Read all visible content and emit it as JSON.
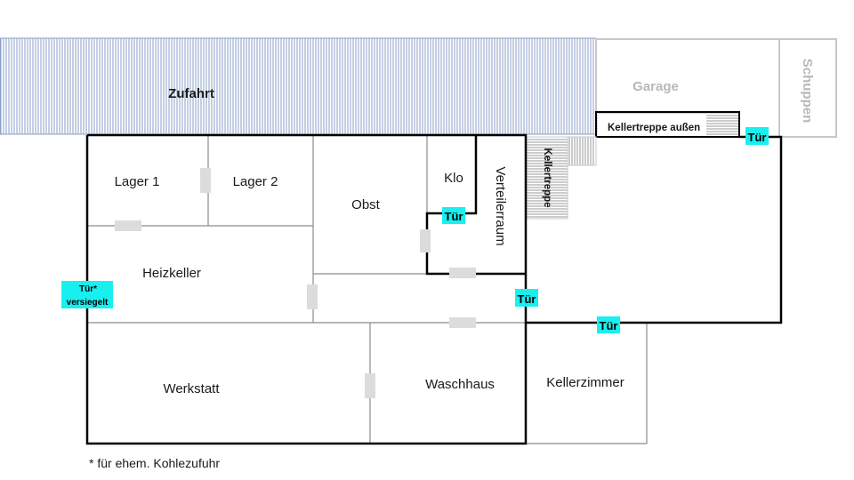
{
  "rooms": {
    "zufahrt": "Zufahrt",
    "garage": "Garage",
    "schuppen": "Schuppen",
    "kellertreppe_aussen": "Kellertreppe außen",
    "kellertreppe": "Kellertreppe",
    "lager1": "Lager 1",
    "lager2": "Lager 2",
    "obst": "Obst",
    "klo": "Klo",
    "verteilerraum": "Verteilerraum",
    "heizkeller": "Heizkeller",
    "werkstatt": "Werkstatt",
    "waschhaus": "Waschhaus",
    "kellerzimmer": "Kellerzimmer"
  },
  "doors": {
    "door_label": "Tür",
    "sealed_line1": "Tür*",
    "sealed_line2": "versiegelt"
  },
  "footnote": "* für ehem. Kohlezufuhr",
  "colors": {
    "door_highlight": "#18f0f0",
    "driveway_hatch": "#8a9fc8",
    "wall": "#000000",
    "thin_wall": "#8c8c8c",
    "ghost_outline": "#c8c8c8"
  }
}
